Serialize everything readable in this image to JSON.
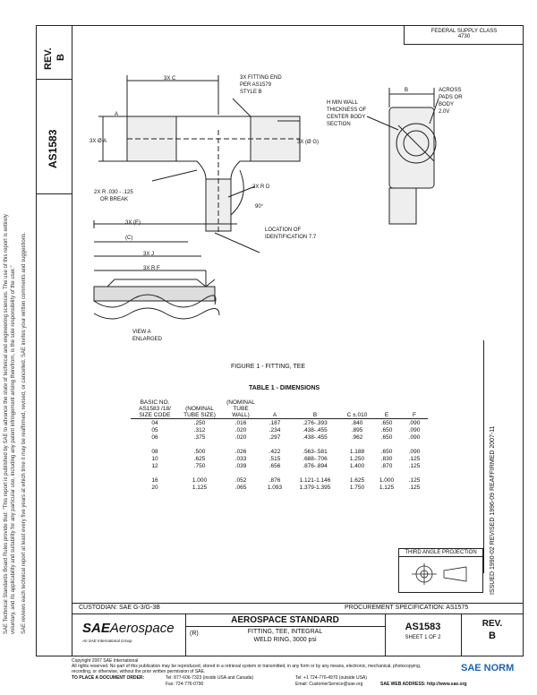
{
  "left_column": {
    "rev_label": "REV.",
    "rev_value": "B",
    "doc_number": "AS1583",
    "disclaimer_lines": [
      "SAE Technical Standards Board Rules provide that: \"This report is published by SAE to advance the state of technical and engineering sciences. The use of this report is entirely",
      "voluntary, and its applicability and suitability for any particular use, including any patent infringement arising therefrom, is the sole responsibility of the user.\"",
      "SAE reviews each technical report at least every five years at which time it may be reaffirmed, revised, or cancelled. SAE invites your written comments and suggestions."
    ]
  },
  "header": {
    "supply_class_line1": "FEDERAL SUPPLY CLASS",
    "supply_class_line2": "4730"
  },
  "drawing": {
    "labels": [
      "3X C",
      "3X FITTING END",
      "PER AS1579",
      "STYLE B",
      "A",
      "3X Ø A",
      "2X R .030 - .125",
      "OR BREAK",
      "2X R D",
      "90°",
      "LOCATION OF",
      "IDENTIFICATION 7.7",
      "H MIN WALL",
      "THICKNESS OF",
      "CENTER BODY",
      "SECTION",
      "B",
      "ACROSS",
      "PADS OR",
      "BODY",
      "2.0V",
      "3X (E)",
      "(C)",
      "3X J",
      "3X R F",
      "VIEW A",
      "ENLARGED",
      "3X (Ø G)"
    ],
    "figure_caption": "FIGURE 1 - FITTING, TEE"
  },
  "table": {
    "title": "TABLE 1 - DIMENSIONS",
    "headers": [
      "BASIC NO. AS1583 /18/ SIZE CODE",
      "(NOMINAL TUBE SIZE)",
      "(NOMINAL TUBE WALL)",
      "A",
      "B",
      "C ±.010",
      "E",
      "F"
    ],
    "groups": [
      [
        [
          "04",
          ".250",
          ".016",
          ".187",
          ".276-.393",
          ".840",
          ".650",
          ".090"
        ],
        [
          "05",
          ".312",
          ".020",
          ".234",
          ".438-.455",
          ".895",
          ".650",
          ".090"
        ],
        [
          "06",
          ".375",
          ".020",
          ".297",
          ".438-.455",
          ".962",
          ".650",
          ".090"
        ]
      ],
      [
        [
          "08",
          ".500",
          ".026",
          ".422",
          ".563-.581",
          "1.188",
          ".650",
          ".090"
        ],
        [
          "10",
          ".625",
          ".033",
          ".515",
          ".688-.706",
          "1.250",
          ".830",
          ".125"
        ],
        [
          "12",
          ".750",
          ".039",
          ".656",
          ".876-.894",
          "1.400",
          ".870",
          ".125"
        ]
      ],
      [
        [
          "16",
          "1.000",
          ".052",
          ".876",
          "1.121-1.146",
          "1.625",
          "1.000",
          ".125"
        ],
        [
          "20",
          "1.125",
          ".065",
          "1.093",
          "1.379-1.395",
          "1.750",
          "1.125",
          ".125"
        ]
      ]
    ]
  },
  "right_column": {
    "text": "ISSUED 1990-02     REVISED 1996-09     REAFFIRMED 2007-11"
  },
  "projection": {
    "label": "THIRD ANGLE PROJECTION"
  },
  "title_block": {
    "custodian": "CUSTODIAN: SAE G-3/G-3B",
    "procurement": "PROCUREMENT SPECIFICATION: AS1575",
    "logo_sae": "SAE",
    "logo_aerospace": "Aerospace",
    "logo_tagline": "An SAE International Group",
    "standard_title": "AEROSPACE STANDARD",
    "r_label": "(R)",
    "title_line1": "FITTING, TEE, INTEGRAL",
    "title_line2": "WELD RING, 3000 psi",
    "doc_number": "AS1583",
    "sheet": "SHEET 1 OF 2",
    "rev_label": "REV.",
    "rev_value": "B"
  },
  "footer": {
    "copyright": "Copyright 2007 SAE International",
    "rights_line1": "All rights reserved. No part of this publication may be reproduced, stored in a retrieval system or transmitted, in any form or by any means, electronic, mechanical, photocopying,",
    "rights_line2": "recording, or otherwise, without the prior written permission of SAE.",
    "order_label": "TO PLACE A DOCUMENT ORDER:",
    "tel1": "Tel:  877-606-7323 (inside USA and Canada)",
    "tel2": "Tel:  +1 724-776-4970 (outside USA)",
    "fax": "Fax:  724-776-0790",
    "email": "Email: CustomerService@sae.org",
    "web": "SAE WEB ADDRESS: http://www.sae.org",
    "watermark": "SAE NORM"
  },
  "colors": {
    "line": "#222222",
    "watermark": "#1d64b0"
  }
}
